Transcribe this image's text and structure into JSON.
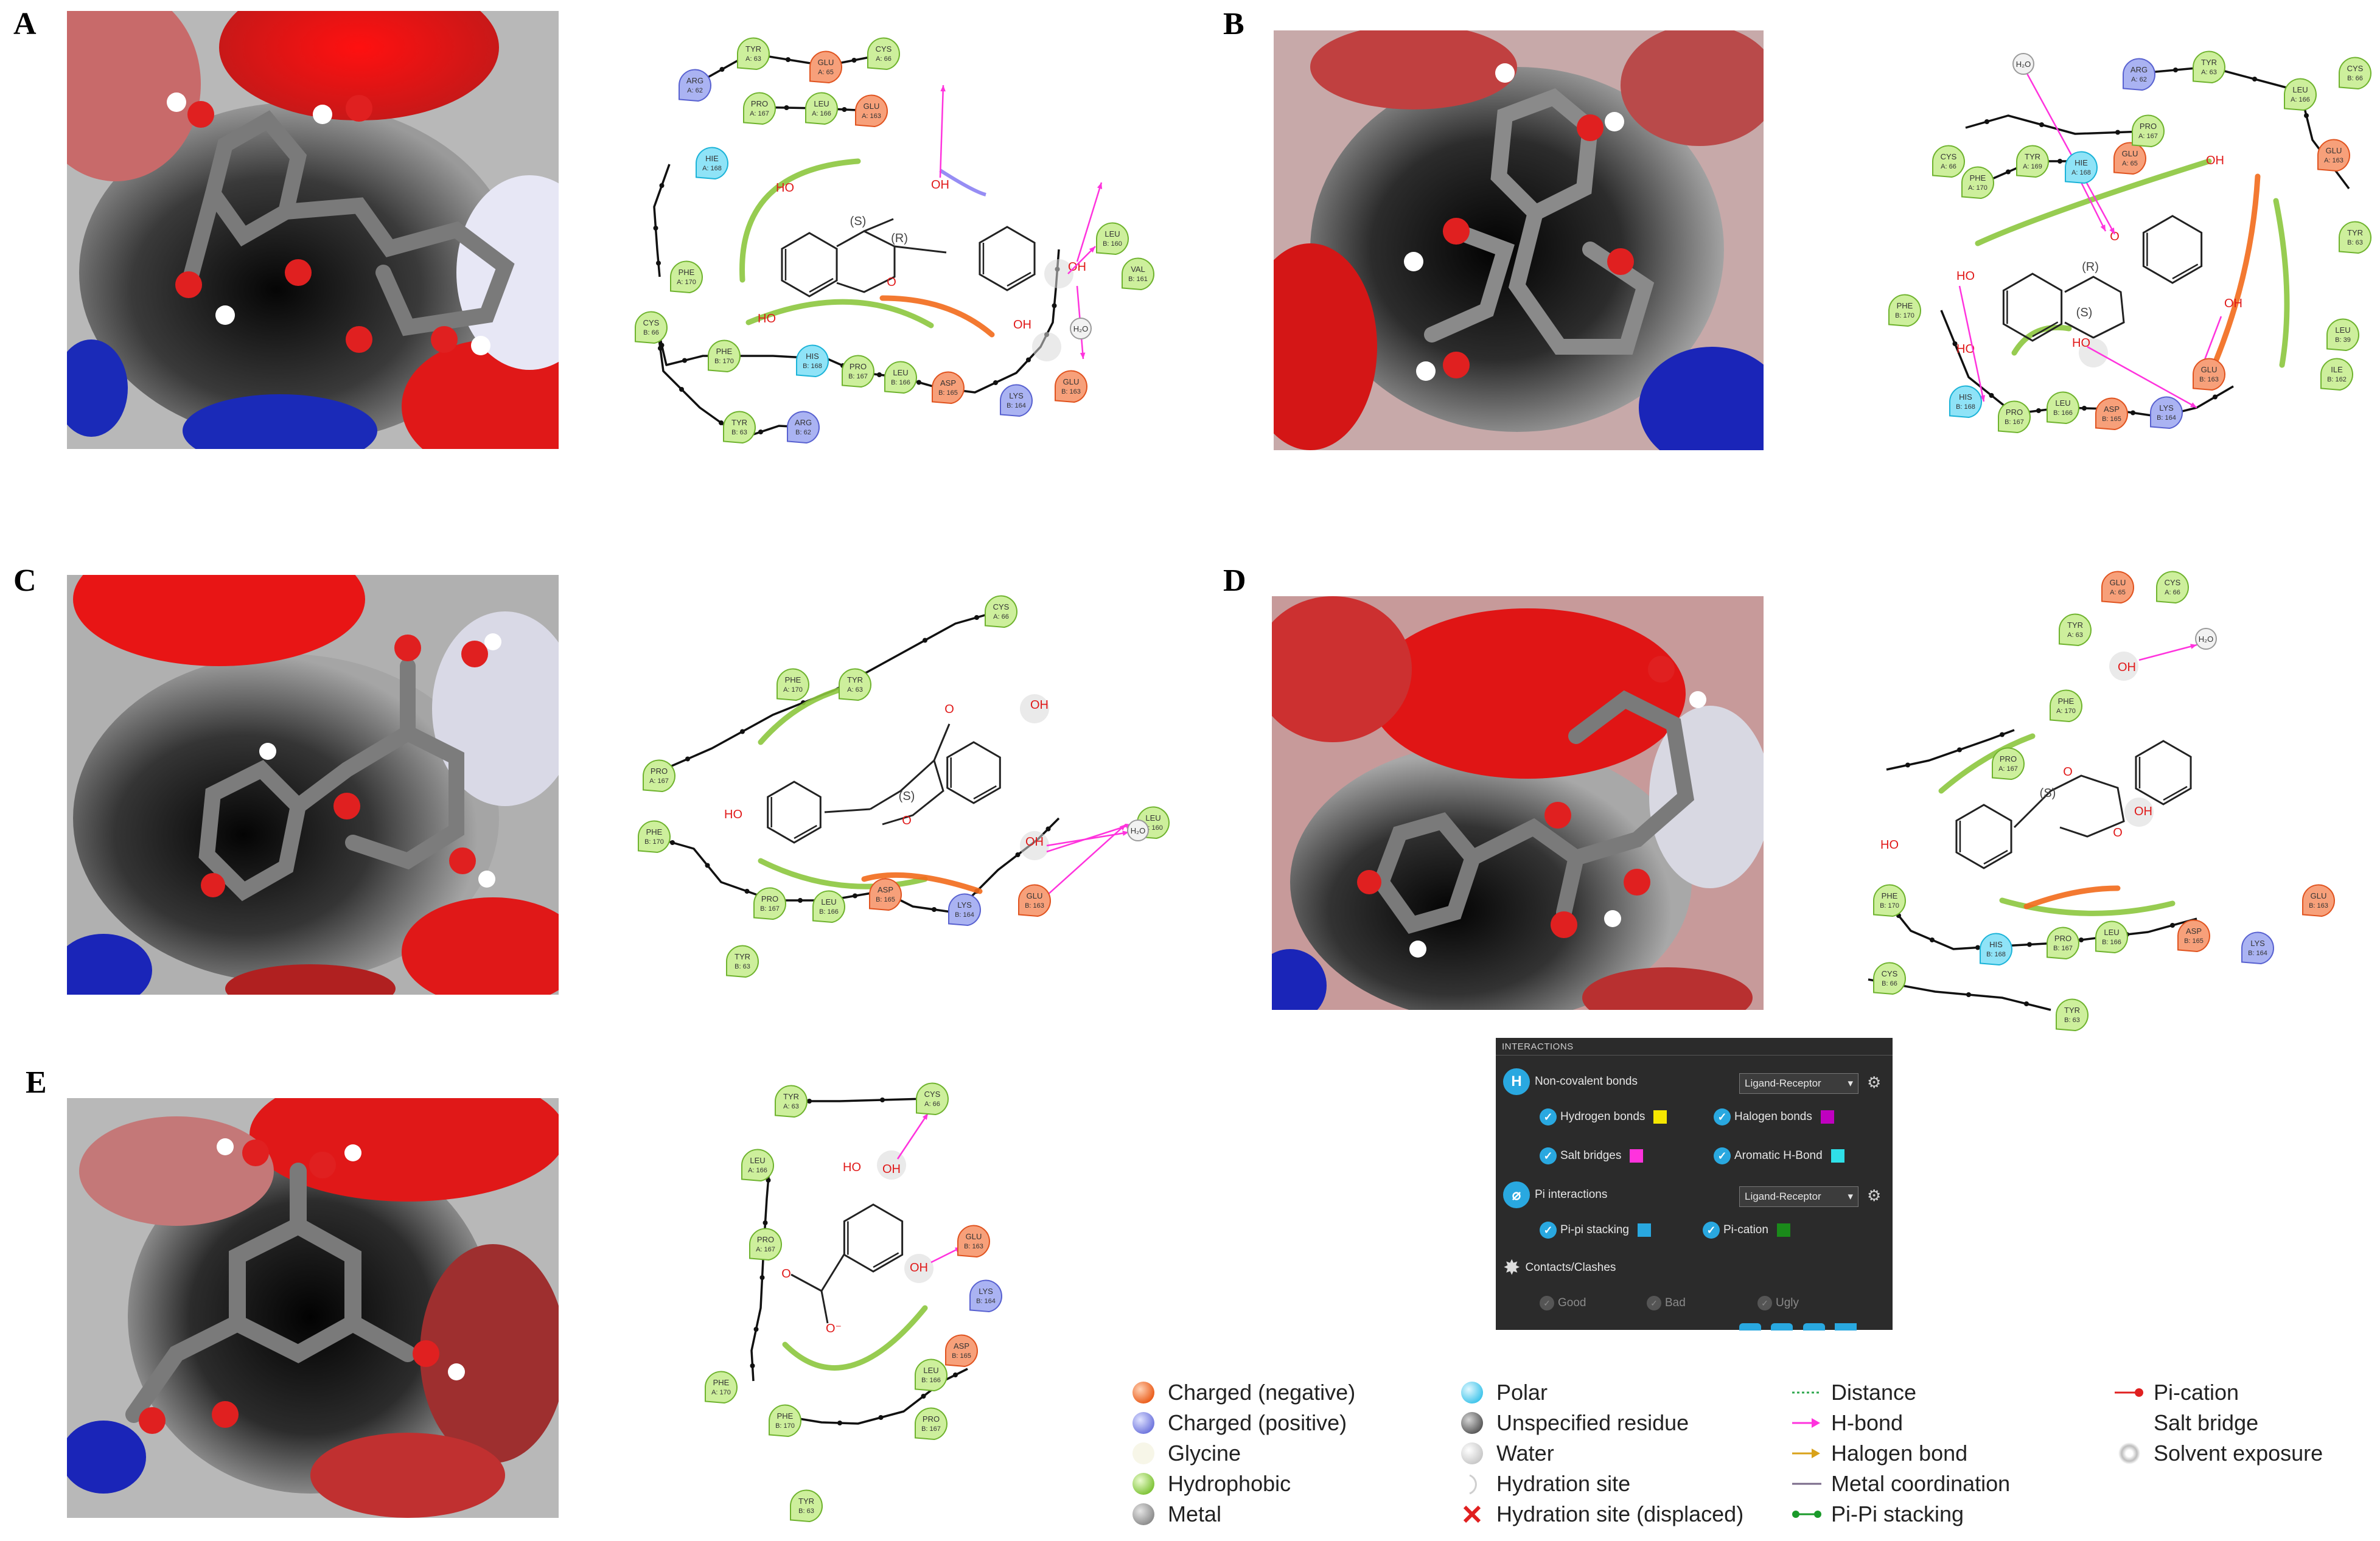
{
  "panel_labels": [
    "A",
    "B",
    "C",
    "D",
    "E"
  ],
  "colors": {
    "hydrophobic_fill": "#cdef9c",
    "hydrophobic_stroke": "#6fb32e",
    "negative_fill": "#f7a07a",
    "negative_stroke": "#e0531f",
    "positive_fill": "#aab3f2",
    "positive_stroke": "#5861d0",
    "polar_fill": "#8fe3f7",
    "polar_stroke": "#1bb3d8",
    "water_fill": "#f2f2f2",
    "hbond": "#ff33dd",
    "salt_bridge": "#6a5cf0",
    "hydrophobic_arc": "#8cc63e",
    "charged_arc": "#f26a1b"
  },
  "diagrams": {
    "A": {
      "residues": [
        {
          "name": "ARG",
          "chain": "A: 62",
          "type": "positive"
        },
        {
          "name": "TYR",
          "chain": "A: 63",
          "type": "hydrophobic"
        },
        {
          "name": "GLU",
          "chain": "A: 65",
          "type": "negative"
        },
        {
          "name": "CYS",
          "chain": "A: 66",
          "type": "hydrophobic"
        },
        {
          "name": "PRO",
          "chain": "A: 167",
          "type": "hydrophobic"
        },
        {
          "name": "LEU",
          "chain": "A: 166",
          "type": "hydrophobic"
        },
        {
          "name": "GLU",
          "chain": "A: 163",
          "type": "negative"
        },
        {
          "name": "HIE",
          "chain": "A: 168",
          "type": "polar"
        },
        {
          "name": "PHE",
          "chain": "A: 170",
          "type": "hydrophobic"
        },
        {
          "name": "LEU",
          "chain": "B: 160",
          "type": "hydrophobic"
        },
        {
          "name": "VAL",
          "chain": "B: 161",
          "type": "hydrophobic"
        },
        {
          "name": "CYS",
          "chain": "B: 66",
          "type": "hydrophobic"
        },
        {
          "name": "PHE",
          "chain": "B: 170",
          "type": "hydrophobic"
        },
        {
          "name": "HIS",
          "chain": "B: 168",
          "type": "polar"
        },
        {
          "name": "PRO",
          "chain": "B: 167",
          "type": "hydrophobic"
        },
        {
          "name": "LEU",
          "chain": "B: 166",
          "type": "hydrophobic"
        },
        {
          "name": "ASP",
          "chain": "B: 165",
          "type": "negative"
        },
        {
          "name": "LYS",
          "chain": "B: 164",
          "type": "positive"
        },
        {
          "name": "GLU",
          "chain": "B: 163",
          "type": "negative"
        },
        {
          "name": "TYR",
          "chain": "B: 63",
          "type": "hydrophobic"
        },
        {
          "name": "ARG",
          "chain": "B: 62",
          "type": "positive"
        },
        {
          "name": "H₂O",
          "chain": "",
          "type": "water"
        }
      ],
      "ligand_labels": [
        "HO",
        "HO",
        "OH",
        "OH",
        "OH",
        "O",
        "(R)",
        "(S)"
      ]
    },
    "B": {
      "residues": [
        {
          "name": "H₂O",
          "chain": "",
          "type": "water"
        },
        {
          "name": "ARG",
          "chain": "A: 62",
          "type": "positive"
        },
        {
          "name": "TYR",
          "chain": "A: 63",
          "type": "hydrophobic"
        },
        {
          "name": "LEU",
          "chain": "A: 166",
          "type": "hydrophobic"
        },
        {
          "name": "CYS",
          "chain": "B: 66",
          "type": "hydrophobic"
        },
        {
          "name": "GLU",
          "chain": "A: 65",
          "type": "negative"
        },
        {
          "name": "PRO",
          "chain": "A: 167",
          "type": "hydrophobic"
        },
        {
          "name": "CYS",
          "chain": "A: 66",
          "type": "hydrophobic"
        },
        {
          "name": "TYR",
          "chain": "A: 169",
          "type": "hydrophobic"
        },
        {
          "name": "HIE",
          "chain": "A: 168",
          "type": "polar"
        },
        {
          "name": "GLU",
          "chain": "A: 163",
          "type": "negative"
        },
        {
          "name": "PHE",
          "chain": "A: 170",
          "type": "hydrophobic"
        },
        {
          "name": "TYR",
          "chain": "B: 63",
          "type": "hydrophobic"
        },
        {
          "name": "PHE",
          "chain": "B: 170",
          "type": "hydrophobic"
        },
        {
          "name": "LEU",
          "chain": "B: 39",
          "type": "hydrophobic"
        },
        {
          "name": "HIS",
          "chain": "B: 168",
          "type": "polar"
        },
        {
          "name": "GLU",
          "chain": "B: 163",
          "type": "negative"
        },
        {
          "name": "ILE",
          "chain": "B: 162",
          "type": "hydrophobic"
        },
        {
          "name": "PRO",
          "chain": "B: 167",
          "type": "hydrophobic"
        },
        {
          "name": "LEU",
          "chain": "B: 166",
          "type": "hydrophobic"
        },
        {
          "name": "ASP",
          "chain": "B: 165",
          "type": "negative"
        },
        {
          "name": "LYS",
          "chain": "B: 164",
          "type": "positive"
        }
      ],
      "ligand_labels": [
        "OH",
        "HO",
        "OH",
        "HO",
        "HO",
        "O",
        "(R)",
        "(S)"
      ]
    },
    "C": {
      "residues": [
        {
          "name": "CYS",
          "chain": "A: 66",
          "type": "hydrophobic"
        },
        {
          "name": "PHE",
          "chain": "A: 170",
          "type": "hydrophobic"
        },
        {
          "name": "TYR",
          "chain": "A: 63",
          "type": "hydrophobic"
        },
        {
          "name": "PRO",
          "chain": "A: 167",
          "type": "hydrophobic"
        },
        {
          "name": "PHE",
          "chain": "B: 170",
          "type": "hydrophobic"
        },
        {
          "name": "LEU",
          "chain": "B: 160",
          "type": "hydrophobic"
        },
        {
          "name": "H₂O",
          "chain": "",
          "type": "water"
        },
        {
          "name": "PRO",
          "chain": "B: 167",
          "type": "hydrophobic"
        },
        {
          "name": "ASP",
          "chain": "B: 165",
          "type": "negative"
        },
        {
          "name": "LYS",
          "chain": "B: 164",
          "type": "positive"
        },
        {
          "name": "LEU",
          "chain": "B: 166",
          "type": "hydrophobic"
        },
        {
          "name": "GLU",
          "chain": "B: 163",
          "type": "negative"
        },
        {
          "name": "TYR",
          "chain": "B: 63",
          "type": "hydrophobic"
        }
      ],
      "ligand_labels": [
        "O",
        "OH",
        "HO",
        "OH",
        "O",
        "(S)"
      ]
    },
    "D": {
      "residues": [
        {
          "name": "GLU",
          "chain": "A: 65",
          "type": "negative"
        },
        {
          "name": "CYS",
          "chain": "A: 66",
          "type": "hydrophobic"
        },
        {
          "name": "H₂O",
          "chain": "",
          "type": "water"
        },
        {
          "name": "TYR",
          "chain": "A: 63",
          "type": "hydrophobic"
        },
        {
          "name": "PHE",
          "chain": "A: 170",
          "type": "hydrophobic"
        },
        {
          "name": "PRO",
          "chain": "A: 167",
          "type": "hydrophobic"
        },
        {
          "name": "PHE",
          "chain": "B: 170",
          "type": "hydrophobic"
        },
        {
          "name": "GLU",
          "chain": "B: 163",
          "type": "negative"
        },
        {
          "name": "HIS",
          "chain": "B: 168",
          "type": "polar"
        },
        {
          "name": "PRO",
          "chain": "B: 167",
          "type": "hydrophobic"
        },
        {
          "name": "LEU",
          "chain": "B: 166",
          "type": "hydrophobic"
        },
        {
          "name": "ASP",
          "chain": "B: 165",
          "type": "negative"
        },
        {
          "name": "LYS",
          "chain": "B: 164",
          "type": "positive"
        },
        {
          "name": "CYS",
          "chain": "B: 66",
          "type": "hydrophobic"
        },
        {
          "name": "TYR",
          "chain": "B: 63",
          "type": "hydrophobic"
        }
      ],
      "ligand_labels": [
        "OH",
        "OH",
        "HO",
        "O",
        "O",
        "(S)"
      ]
    },
    "E": {
      "residues": [
        {
          "name": "TYR",
          "chain": "A: 63",
          "type": "hydrophobic"
        },
        {
          "name": "CYS",
          "chain": "A: 66",
          "type": "hydrophobic"
        },
        {
          "name": "LEU",
          "chain": "A: 166",
          "type": "hydrophobic"
        },
        {
          "name": "GLU",
          "chain": "B: 163",
          "type": "negative"
        },
        {
          "name": "PRO",
          "chain": "A: 167",
          "type": "hydrophobic"
        },
        {
          "name": "LYS",
          "chain": "B: 164",
          "type": "positive"
        },
        {
          "name": "ASP",
          "chain": "B: 165",
          "type": "negative"
        },
        {
          "name": "PHE",
          "chain": "A: 170",
          "type": "hydrophobic"
        },
        {
          "name": "LEU",
          "chain": "B: 166",
          "type": "hydrophobic"
        },
        {
          "name": "PHE",
          "chain": "B: 170",
          "type": "hydrophobic"
        },
        {
          "name": "PRO",
          "chain": "B: 167",
          "type": "hydrophobic"
        },
        {
          "name": "TYR",
          "chain": "B: 63",
          "type": "hydrophobic"
        }
      ],
      "ligand_labels": [
        "HO",
        "OH",
        "OH",
        "O",
        "O⁻"
      ]
    }
  },
  "interactions_panel": {
    "header": "INTERACTIONS",
    "noncovalent_label": "Non-covalent bonds",
    "noncovalent_mode": "Ligand-Receptor",
    "hydrogen_bonds": "Hydrogen bonds",
    "halogen_bonds": "Halogen bonds",
    "salt_bridges": "Salt bridges",
    "aromatic_hbond": "Aromatic H-Bond",
    "pi_label": "Pi interactions",
    "pi_mode": "Ligand-Receptor",
    "pi_stacking": "Pi-pi stacking",
    "pi_cation": "Pi-cation",
    "contacts_label": "Contacts/Clashes",
    "good": "Good",
    "bad": "Bad",
    "ugly": "Ugly",
    "hbond_color": "#f5e600",
    "halogen_color": "#c000c0",
    "salt_color": "#ff33dd",
    "aromatic_color": "#2fe0e8",
    "pistack_color": "#29a8e0",
    "pication_color": "#1a8a1a"
  },
  "legend": {
    "col1": [
      "Charged (negative)",
      "Charged (positive)",
      "Glycine",
      "Hydrophobic",
      "Metal"
    ],
    "col2": [
      "Polar",
      "Unspecified residue",
      "Water",
      "Hydration site",
      "Hydration site (displaced)"
    ],
    "col3": [
      "Distance",
      "H-bond",
      "Halogen bond",
      "Metal coordination",
      "Pi-Pi stacking"
    ],
    "col4": [
      "Pi-cation",
      "Salt bridge",
      "Solvent exposure"
    ]
  }
}
